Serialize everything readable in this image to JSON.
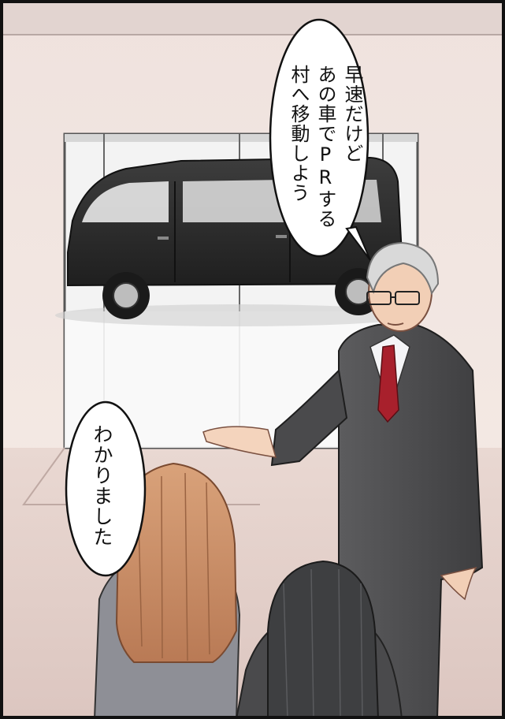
{
  "speech": {
    "manager_line_1": "早速だけど",
    "manager_line_2": "あの車でPRする",
    "manager_line_3": "村へ移動しよう",
    "reply": "わかりました"
  }
}
